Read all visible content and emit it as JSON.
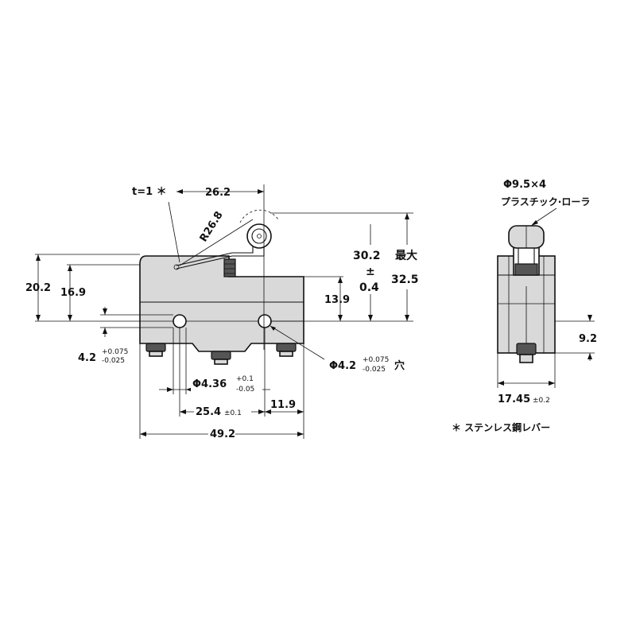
{
  "front_view": {
    "lever_thickness": "t=1 ＊",
    "lever_offset": "26.2",
    "lever_radius": "R26.8",
    "height_total": "20.2",
    "height_body": "16.9",
    "hole_height": "13.9",
    "op_position_value": "30.2",
    "op_position_pm": "±",
    "op_position_tol": "0.4",
    "max_label": "最大",
    "max_value": "32.5",
    "hole_dia_left": "4.2",
    "hole_dia_left_tol_plus": "+0.075",
    "hole_dia_left_tol_minus": "-0.025",
    "pitch_small": "Φ4.36",
    "pitch_small_tol_plus": "+0.1",
    "pitch_small_tol_minus": "-0.05",
    "pitch": "25.4",
    "pitch_tol": "±0.1",
    "right_offset": "11.9",
    "width": "49.2",
    "hole_dia_right": "Φ4.2",
    "hole_dia_right_tol_plus": "+0.075",
    "hole_dia_right_tol_minus": "-0.025",
    "hole_suffix": "穴"
  },
  "side_view": {
    "roller_spec": "Φ9.5×4",
    "roller_material": "プラスチック·ローラ",
    "terminal_height": "9.2",
    "thickness": "17.45",
    "thickness_tol": "±0.2"
  },
  "footnote": "＊ ステンレス鋼レバー"
}
